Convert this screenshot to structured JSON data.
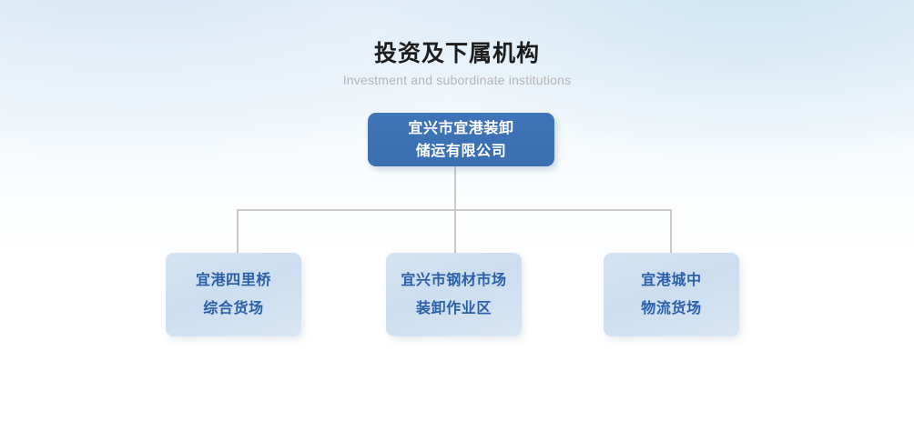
{
  "heading": {
    "title": "投资及下属机构",
    "subtitle": "Investment and subordinate institutions",
    "title_color": "#1d1d1d",
    "subtitle_color": "#b4b4b4"
  },
  "colors": {
    "root_node_bg": "#3c72b8",
    "root_node_text": "#ffffff",
    "child_node_bg": "#cfdff0",
    "child_node_text": "#2a5fa9",
    "connector_line": "#c9c9c9",
    "page_background_top": "#e7f1fa",
    "page_background_bottom": "#ffffff"
  },
  "org_chart": {
    "root": {
      "id": "root-node",
      "lines": [
        "宜兴市宜港装卸",
        "储运有限公司"
      ],
      "full_text": "宜兴市宜港装卸储运有限公司"
    },
    "children": [
      {
        "id": "child-node-1",
        "lines": [
          "宜港四里桥",
          "综合货场"
        ],
        "full_text": "宜港四里桥综合货场"
      },
      {
        "id": "child-node-2",
        "lines": [
          "宜兴市钢材市场",
          "装卸作业区"
        ],
        "full_text": "宜兴市钢材市场装卸作业区"
      },
      {
        "id": "child-node-3",
        "lines": [
          "宜港城中",
          "物流货场"
        ],
        "full_text": "宜港城中物流货场"
      }
    ]
  }
}
